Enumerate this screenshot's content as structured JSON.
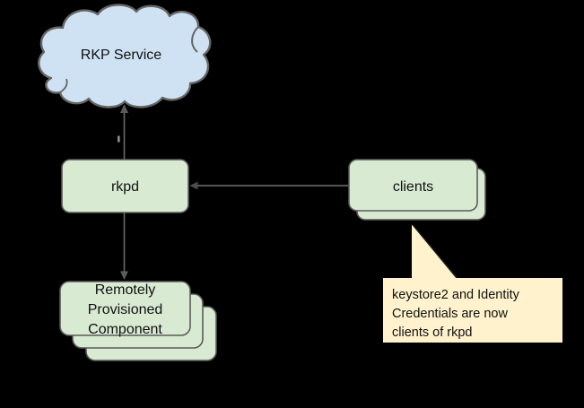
{
  "background": "#000000",
  "diagram": {
    "cloud": {
      "label": "RKP Service",
      "fill": "#cfe2f3",
      "stroke": "#666666"
    },
    "rkpd": {
      "label": "rkpd",
      "fill": "#d9ead3",
      "stroke": "#5b5b5b"
    },
    "clients": {
      "label": "clients",
      "fill": "#d9ead3",
      "stroke": "#5b5b5b",
      "stacked_copies": 2
    },
    "rpc": {
      "lines": [
        "Remotely",
        "Provisioned",
        "Component"
      ],
      "fill": "#d9ead3",
      "stroke": "#5b5b5b",
      "stacked_copies": 3
    },
    "callout": {
      "lines": [
        "keystore2 and Identity",
        "Credentials are now",
        "clients of rkpd"
      ],
      "fill": "#fff2cc",
      "text_color": "#000000",
      "points_at": "clients"
    },
    "edges": [
      {
        "from": "rkpd",
        "to": "rkp-service",
        "arrowhead": "up"
      },
      {
        "from": "clients",
        "to": "rkpd",
        "arrowhead": "left"
      },
      {
        "from": "rkpd",
        "to": "remotely-provisioned-component",
        "arrowhead": "down"
      }
    ],
    "line_color": "#595959"
  }
}
